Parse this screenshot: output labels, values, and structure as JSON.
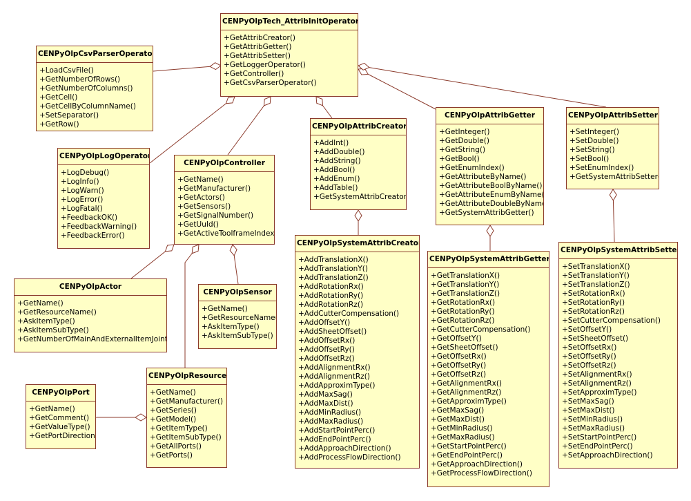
{
  "classes": [
    {
      "id": "attribInit",
      "name": "CENPyOlpTech_AttribInitOperator",
      "operations": [
        "+GetAttribCreator()",
        "+GetAttribGetter()",
        "+GetAttribSetter()",
        "+GetLoggerOperator()",
        "+GetController()",
        "+GetCsvParserOperator()"
      ]
    },
    {
      "id": "csvParser",
      "name": "CENPyOlpCsvParserOperator",
      "operations": [
        "+LoadCsvFile()",
        "+GetNumberOfRows()",
        "+GetNumberOfColumns()",
        "+GetCell()",
        "+GetCellByColumnName()",
        "+SetSeparator()",
        "+GetRow()"
      ]
    },
    {
      "id": "logOperator",
      "name": "CENPyOlpLogOperator",
      "operations": [
        "+LogDebug()",
        "+LogInfo()",
        "+LogWarn()",
        "+LogError()",
        "+LogFatal()",
        "+FeedbackOK()",
        "+FeedbackWarning()",
        "+FeedbackError()"
      ]
    },
    {
      "id": "controller",
      "name": "CENPyOlpController",
      "operations": [
        "+GetName()",
        "+GetManufacturer()",
        "+GetActors()",
        "+GetSensors()",
        "+GetSignalNumber()",
        "+GetUuId()",
        "+GetActiveToolframeIndex()"
      ]
    },
    {
      "id": "attribCreator",
      "name": "CENPyOlpAttribCreator",
      "operations": [
        "+AddInt()",
        "+AddDouble()",
        "+AddString()",
        "+AddBool()",
        "+AddEnum()",
        "+AddTable()",
        "+GetSystemAttribCreator()"
      ]
    },
    {
      "id": "attribGetter",
      "name": "CENPyOlpAttribGetter",
      "operations": [
        "+GetInteger()",
        "+GetDouble()",
        "+GetString()",
        "+GetBool()",
        "+GetEnumIndex()",
        "+GetAttributeByName()",
        "+GetAttributeBoolByName()",
        "+GetAttributeEnumByName()",
        "+GetAttributeDoubleByName()",
        "+GetSystemAttribGetter()"
      ]
    },
    {
      "id": "attribSetter",
      "name": "CENPyOlpAttribSetter",
      "operations": [
        "+SetInteger()",
        "+SetDouble()",
        "+SetString()",
        "+SetBool()",
        "+SetEnumIndex()",
        "+GetSystemAttribSetter()"
      ]
    },
    {
      "id": "actor",
      "name": "CENPyOlpActor",
      "operations": [
        "+GetName()",
        "+GetResourceName()",
        "+AskItemType()",
        "+AskItemSubType()",
        "+GetNumberOfMainAndExternalItemJoints()"
      ]
    },
    {
      "id": "sensor",
      "name": "CENPyOlpSensor",
      "operations": [
        "+GetName()",
        "+GetResourceName()",
        "+AskItemType()",
        "+AskItemSubType()"
      ]
    },
    {
      "id": "port",
      "name": "CENPyOlpPort",
      "operations": [
        "+GetName()",
        "+GetComment()",
        "+GetValueType()",
        "+GetPortDirection()"
      ]
    },
    {
      "id": "resource",
      "name": "CENPyOlpResource",
      "operations": [
        "+GetName()",
        "+GetManufacturer()",
        "+GetSeries()",
        "+GetModel()",
        "+GetItemType()",
        "+GetItemSubType()",
        "+GetAllPorts()",
        "+GetPorts()"
      ]
    },
    {
      "id": "sysCreator",
      "name": "CENPyOlpSystemAttribCreator",
      "operations": [
        "+AddTranslationX()",
        "+AddTranslationY()",
        "+AddTranslationZ()",
        "+AddRotationRx()",
        "+AddRotationRy()",
        "+AddRotationRz()",
        "+AddCutterCompensation()",
        "+AddOffsetY()",
        "+AddSheetOffset()",
        "+AddOffsetRx()",
        "+AddOffsetRy()",
        "+AddOffsetRz()",
        "+AddAlignmentRx()",
        "+AddAlignmentRz()",
        "+AddApproximType()",
        "+AddMaxSag()",
        "+AddMaxDist()",
        "+AddMinRadius()",
        "+AddMaxRadius()",
        "+AddStartPointPerc()",
        "+AddEndPointPerc()",
        "+AddApproachDirection()",
        "+AddProcessFlowDirection()"
      ]
    },
    {
      "id": "sysGetter",
      "name": "CENPyOlpSystemAttribGetter",
      "operations": [
        "+GetTranslationX()",
        "+GetTranslationY()",
        "+GetTranslationZ()",
        "+GetRotationRx()",
        "+GetRotationRy()",
        "+GetRotationRz()",
        "+GetCutterCompensation()",
        "+GetOffsetY()",
        "+GetSheetOffset()",
        "+GetOffsetRx()",
        "+GetOffsetRy()",
        "+GetOffsetRz()",
        "+GetAlignmentRx()",
        "+GetAlignmentRz()",
        "+GetApproximType()",
        "+GetMaxSag()",
        "+GetMaxDist()",
        "+GetMinRadius()",
        "+GetMaxRadius()",
        "+GetStartPointPerc()",
        "+GetEndPointPerc()",
        "+GetApproachDirection()",
        "+GetProcessFlowDirection()"
      ]
    },
    {
      "id": "sysSetter",
      "name": "CENPyOlpSystemAttribSetter",
      "operations": [
        "+SetTranslationX()",
        "+SetTranslationY()",
        "+SetTranslationZ()",
        "+SetRotationRx()",
        "+SetRotationRy()",
        "+SetRotationRz()",
        "+SetCutterCompensation()",
        "+SetOffsetY()",
        "+SetSheetOffset()",
        "+SetOffsetRx()",
        "+SetOffsetRy()",
        "+SetOffsetRz()",
        "+SetAlignmentRx()",
        "+SetAlignmentRz()",
        "+SetApproximType()",
        "+SetMaxSag()",
        "+SetMaxDist()",
        "+SetMinRadius()",
        "+SetMaxRadius()",
        "+SetStartPointPerc()",
        "+SetEndPointPerc()",
        "+SetApproachDirection()"
      ]
    }
  ],
  "associations": [
    {
      "whole": "attribInit",
      "part": "csvParser"
    },
    {
      "whole": "attribInit",
      "part": "logOperator"
    },
    {
      "whole": "attribInit",
      "part": "controller"
    },
    {
      "whole": "attribInit",
      "part": "attribCreator"
    },
    {
      "whole": "attribInit",
      "part": "attribGetter"
    },
    {
      "whole": "attribInit",
      "part": "attribSetter"
    },
    {
      "whole": "controller",
      "part": "actor"
    },
    {
      "whole": "controller",
      "part": "resource"
    },
    {
      "whole": "controller",
      "part": "sensor"
    },
    {
      "whole": "attribCreator",
      "part": "sysCreator"
    },
    {
      "whole": "attribGetter",
      "part": "sysGetter"
    },
    {
      "whole": "attribSetter",
      "part": "sysSetter"
    },
    {
      "whole": "resource",
      "part": "port"
    }
  ],
  "colors": {
    "box_fill": "#ffffc6",
    "box_border": "#8b3a2b",
    "link": "#8b3a2b"
  }
}
